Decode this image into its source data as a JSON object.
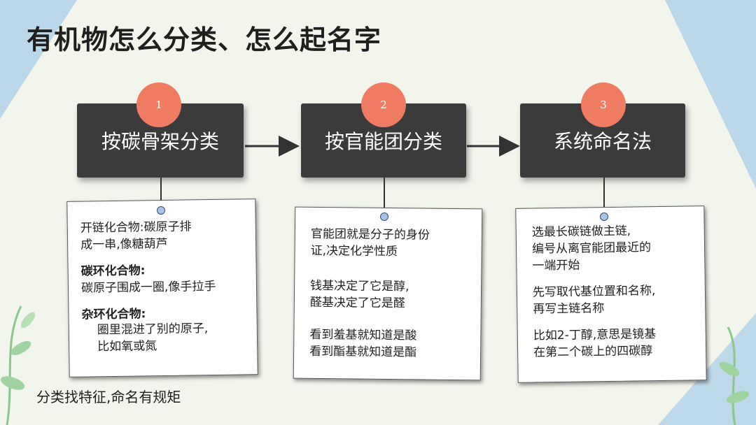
{
  "title": "有机物怎么分类、怎么起名字",
  "steps": [
    {
      "number": "1",
      "label": "按碳骨架分类"
    },
    {
      "number": "2",
      "label": "按官能团分类"
    },
    {
      "number": "3",
      "label": "系统命名法"
    }
  ],
  "cards": {
    "carbon_skeleton": {
      "open_chain": [
        "开链化合物:碳原子排",
        "成一串,像糖葫芦"
      ],
      "carbocyclic_title": "碳环化合物:",
      "carbocyclic_text": "碳原子围成一圈,像手拉手",
      "heterocyclic_title": "杂环化合物:",
      "heterocyclic_text": [
        "圈里混进了别的原子,",
        "比如氧或氮"
      ]
    },
    "functional_group": {
      "intro": [
        "官能团就是分子的身份",
        "证,决定化学性质"
      ],
      "examples_1": [
        "钱基决定了它是醇,",
        "醛基决定了它是醛"
      ],
      "examples_2": [
        "看到羞基就知道是酸",
        "看到酯基就知道是酯"
      ]
    },
    "naming": {
      "rule_1": [
        "选最长碳链做主链,",
        "编号从离官能团最近的",
        "一端开始"
      ],
      "rule_2": [
        "先写取代基位置和名称,",
        "再写主链名称"
      ],
      "example": [
        "比如2-丁醇,意思是镜基",
        "在第二个碳上的四碳醇"
      ]
    }
  },
  "footer": "分类找特征,命名有规矩",
  "colors": {
    "box": "#3b3b3b",
    "badge": "#ee7b62",
    "accent_blue": "#8fb8e0"
  }
}
